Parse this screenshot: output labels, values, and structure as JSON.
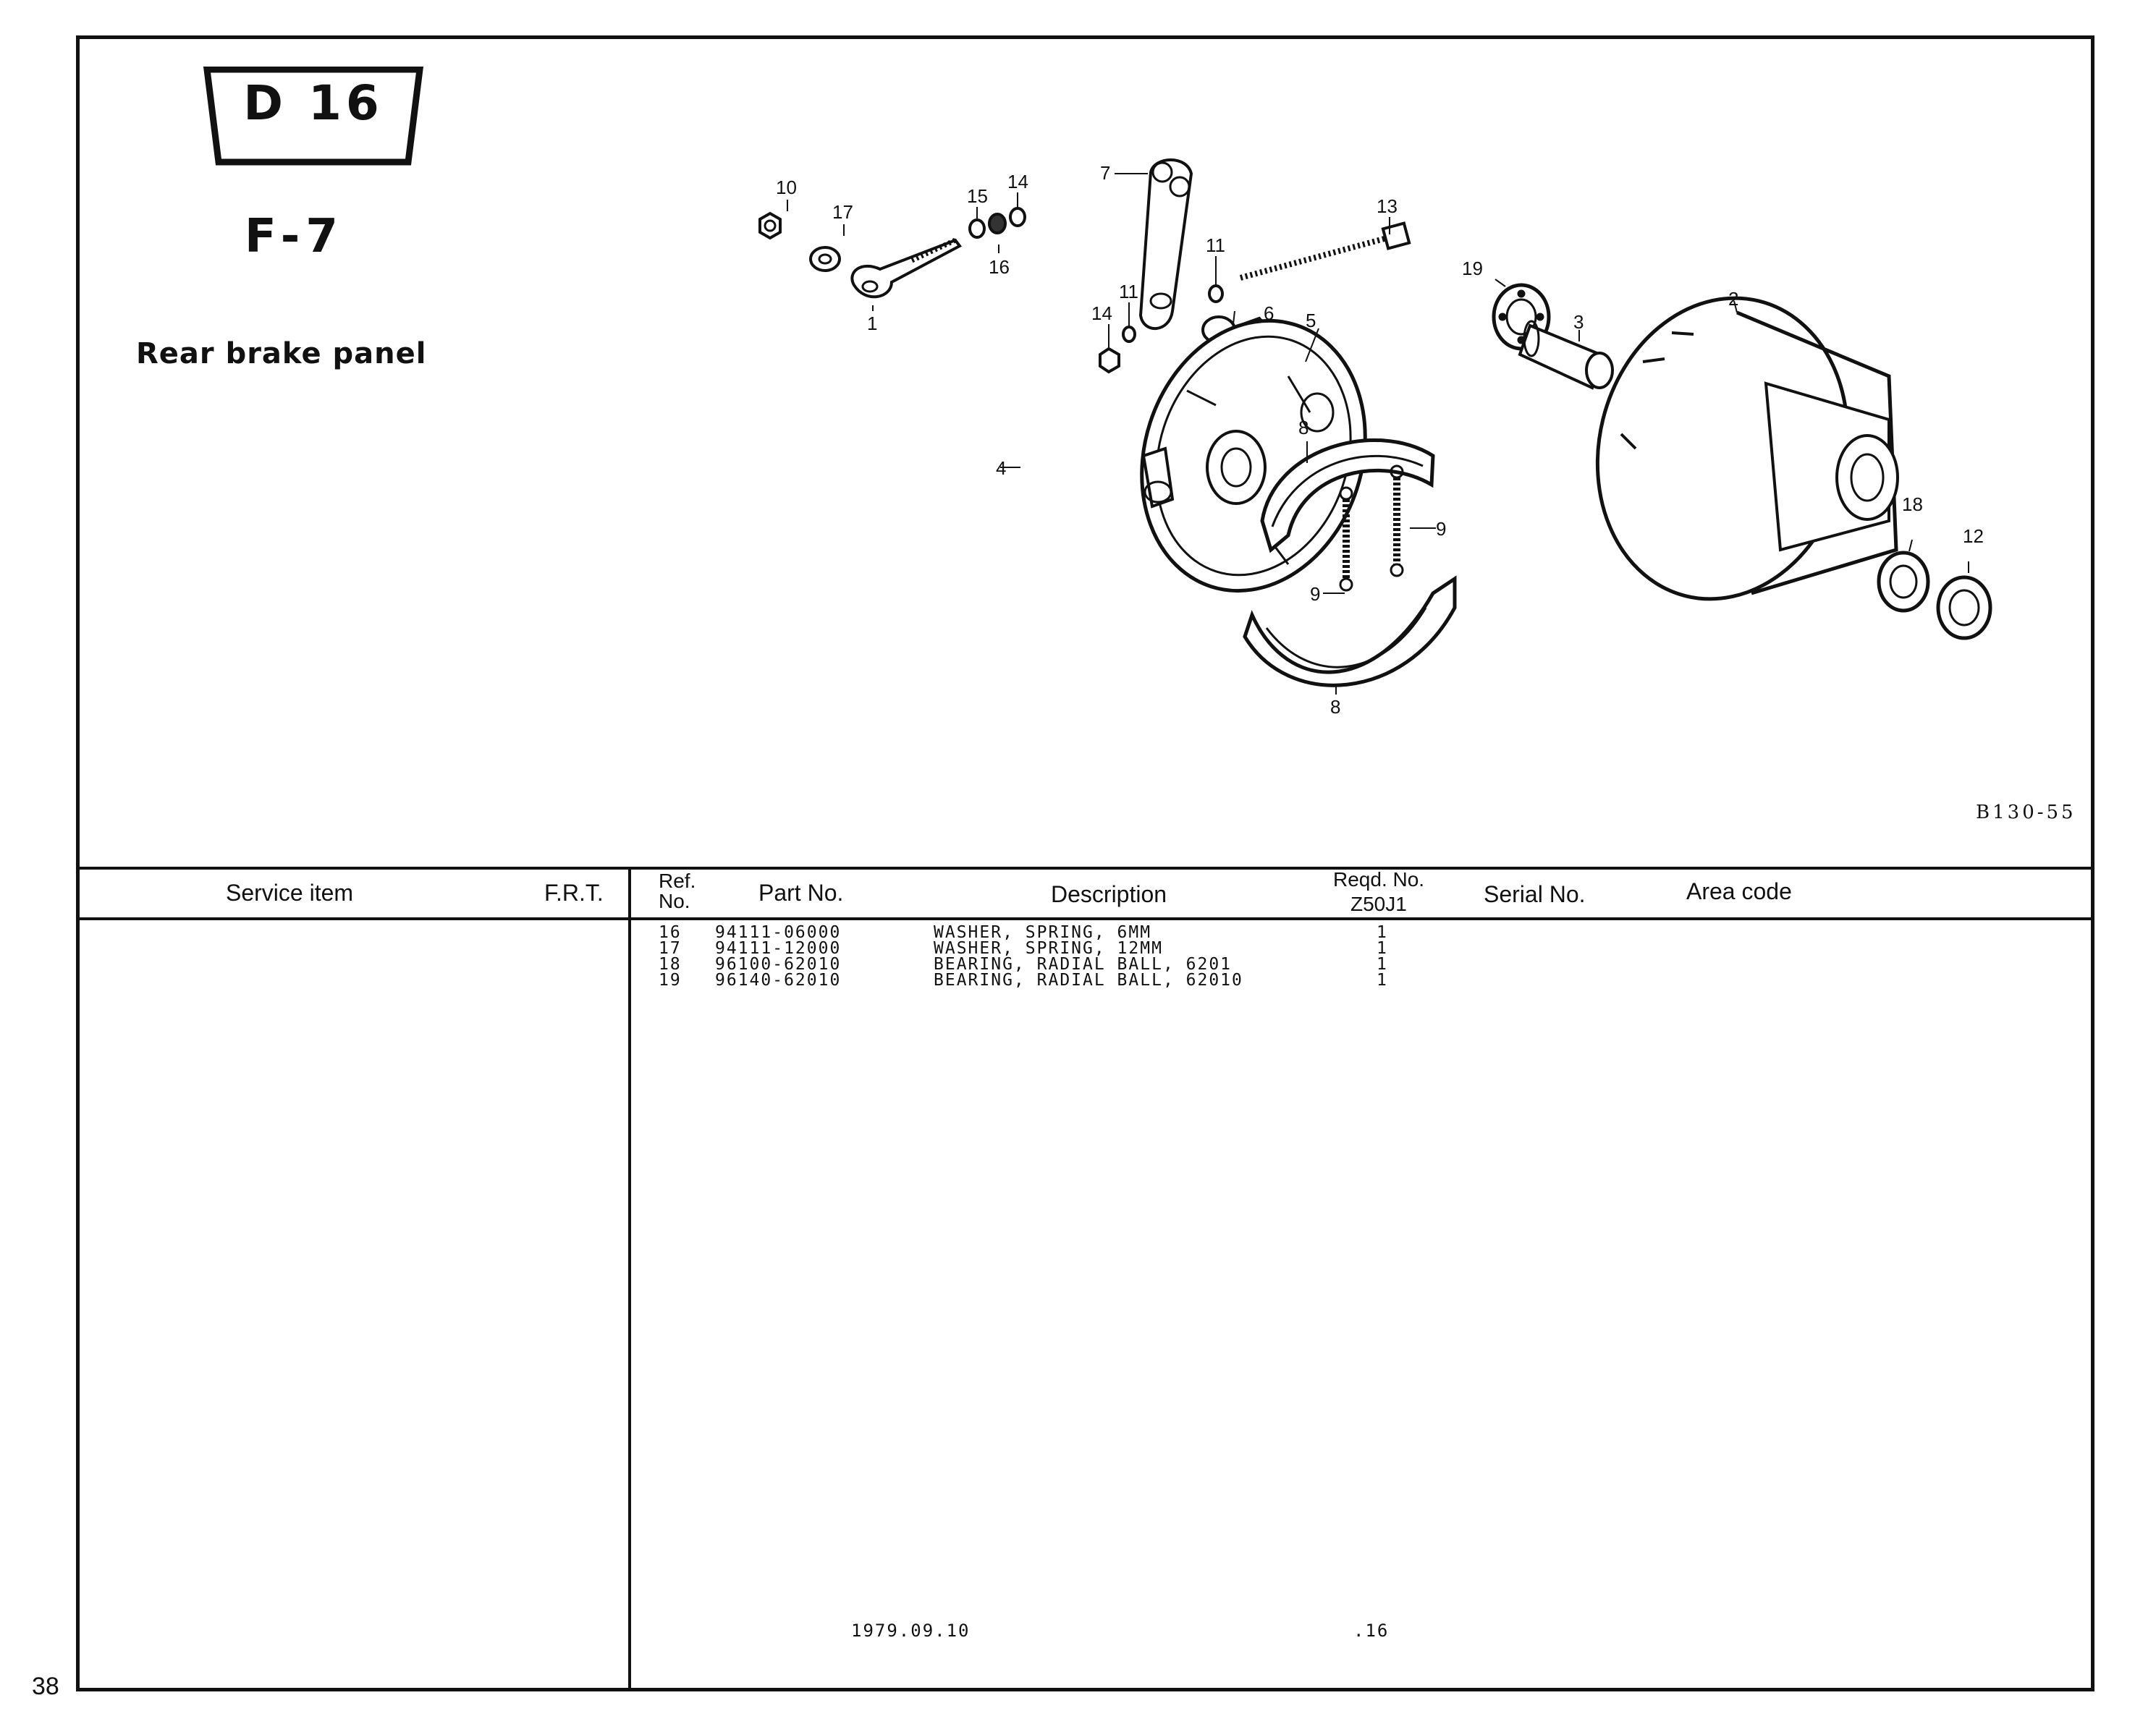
{
  "page_number": "38",
  "section_badge": "D 16",
  "figure_code": "F-7",
  "section_title": "Rear brake panel",
  "diagram": {
    "code": "B130-55",
    "callouts": [
      "10",
      "17",
      "1",
      "15",
      "14",
      "16",
      "7",
      "11",
      "13",
      "11",
      "14",
      "6",
      "5",
      "4",
      "8",
      "9",
      "9",
      "8",
      "19",
      "3",
      "2",
      "18",
      "12"
    ]
  },
  "table": {
    "headers": {
      "service_item": "Service item",
      "frt": "F.R.T.",
      "ref_line1": "Ref.",
      "ref_line2": "No.",
      "part_no": "Part No.",
      "description": "Description",
      "reqd_line1": "Reqd. No.",
      "reqd_line2": "Z50J1",
      "serial_no": "Serial No.",
      "area_code": "Area code"
    },
    "rows": [
      {
        "ref": "16",
        "part_no": "94111-06000",
        "description": "WASHER, SPRING, 6MM",
        "qty": "1"
      },
      {
        "ref": "17",
        "part_no": "94111-12000",
        "description": "WASHER, SPRING, 12MM",
        "qty": "1"
      },
      {
        "ref": "18",
        "part_no": "96100-62010",
        "description": "BEARING, RADIAL BALL, 6201",
        "qty": "1"
      },
      {
        "ref": "19",
        "part_no": "96140-62010",
        "description": "BEARING, RADIAL BALL, 62010",
        "qty": "1"
      }
    ]
  },
  "footer": {
    "date": "1979.09.10",
    "mark": ".16"
  }
}
